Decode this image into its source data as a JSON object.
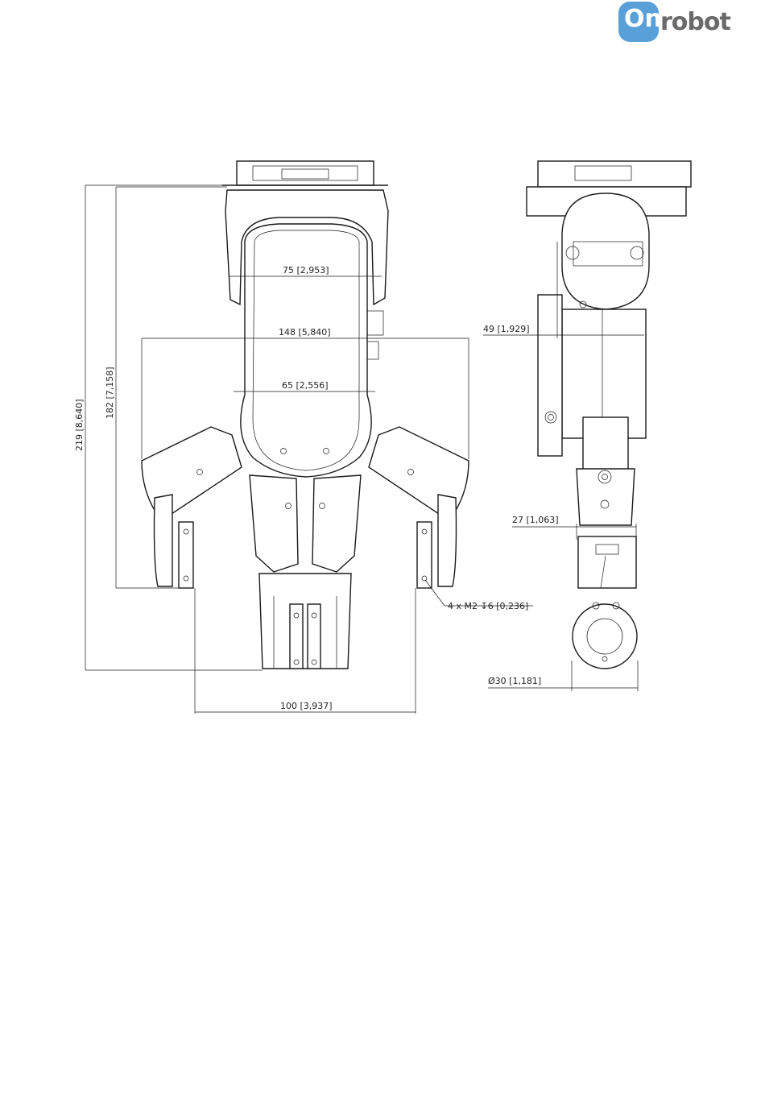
{
  "logo": {
    "badge": "On",
    "text": "robot"
  },
  "front_view": {
    "dim_width_75": "75 [2,953]",
    "dim_width_148": "148 [5,840]",
    "dim_width_65": "65 [2,556]",
    "dim_height_182": "182 [7,158]",
    "dim_height_219": "219 [8,640]",
    "dim_base_100": "100 [3,937]",
    "screw_note": "4 x M2 ↧6 [0,236]"
  },
  "side_view": {
    "dim_depth_49": "49 [1,929]",
    "dim_depth_27": "27 [1,063]",
    "dim_diameter_30": "Ø30 [1,181]"
  }
}
